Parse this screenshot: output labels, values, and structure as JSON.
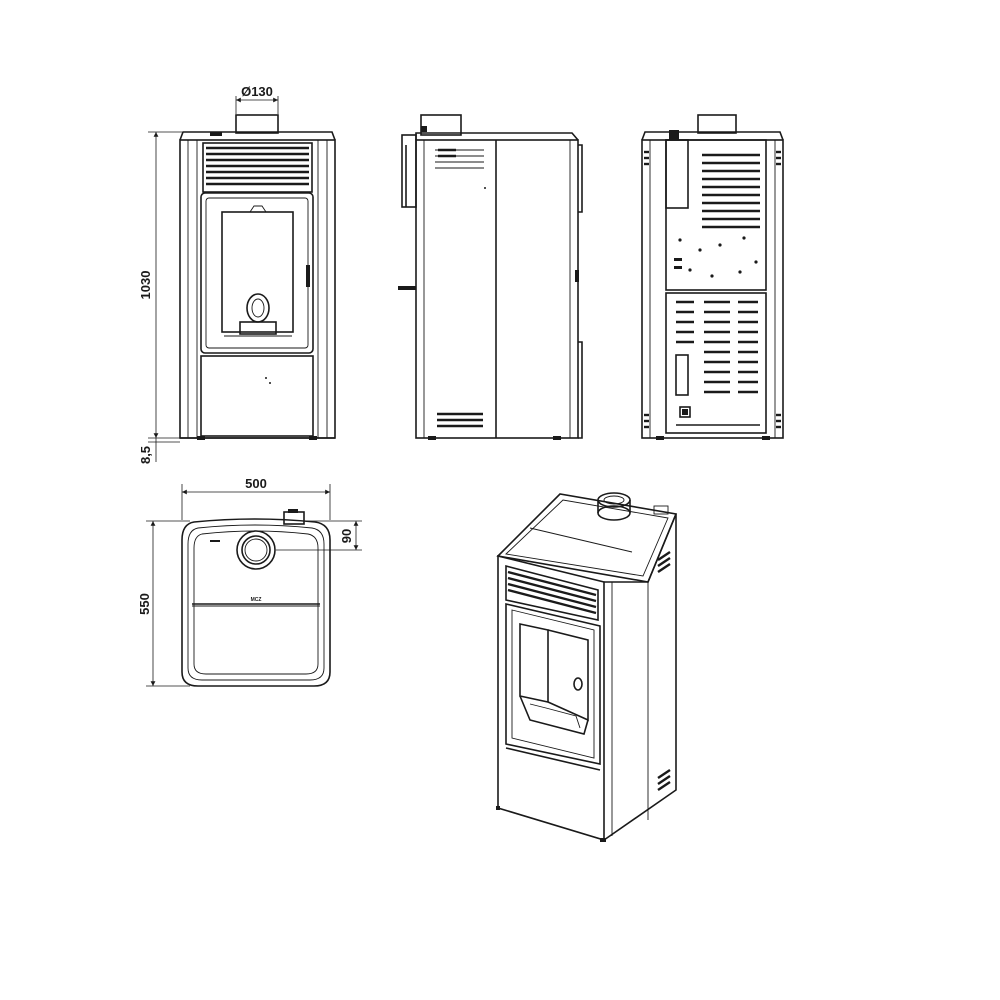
{
  "dimensions": {
    "flue_diameter": "Ø130",
    "height": "1030",
    "foot_height": "8,5",
    "width": "500",
    "depth": "550",
    "flue_offset": "90"
  },
  "plan_brand_mark": "MCZ"
}
